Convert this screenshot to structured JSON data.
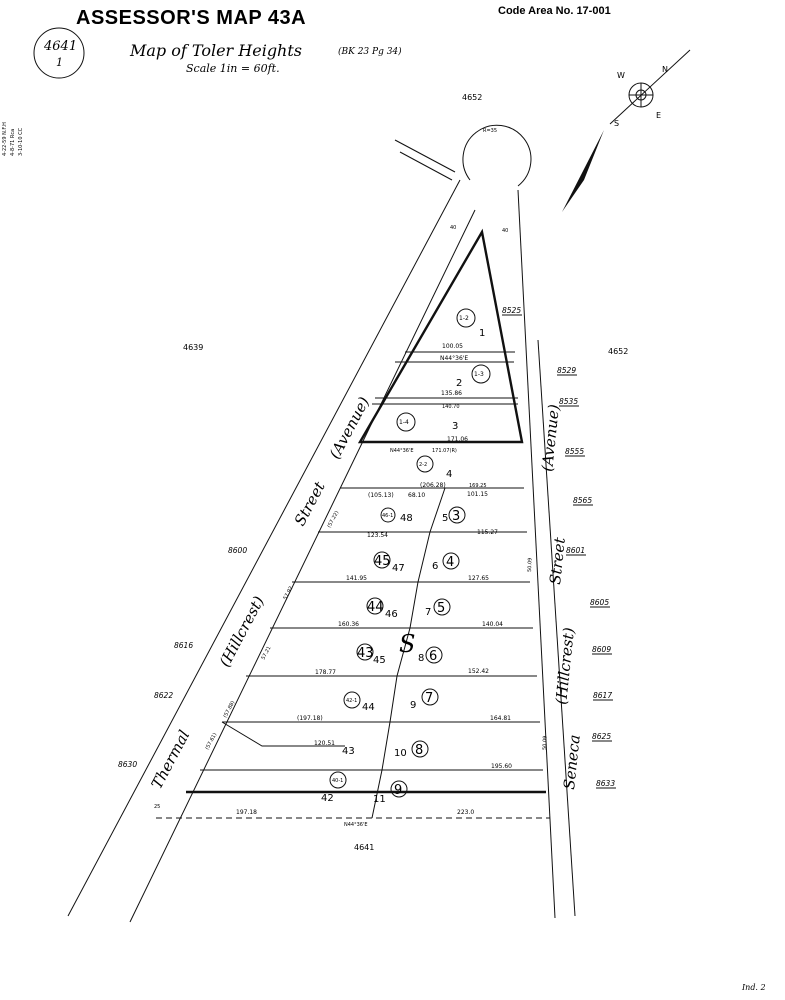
{
  "header": {
    "title": "ASSESSOR'S MAP 43A",
    "code_area": "Code Area No. 17-001",
    "map_book_top": "4641",
    "map_book_bottom": "1",
    "subtitle": "Map of Toler Heights",
    "subtitle_ref": "(BK 23 Pg 34)",
    "scale": "Scale 1in = 60ft.",
    "side_notes": [
      "4-22-59 N.F.H",
      "4-8-71 Rca",
      "3-10-10 CC"
    ]
  },
  "compass": {
    "w": "W",
    "n": "N",
    "e": "E",
    "s": "S"
  },
  "map_numbers": {
    "top": "4652",
    "left": "4639",
    "right": "4652",
    "bottom": "4641"
  },
  "roads": {
    "left_street": "Thermal (Hillcrest) Street (Avenue)",
    "left_a": "Thermal",
    "left_b": "(Hillcrest)",
    "left_c": "Street",
    "left_d": "(Avenue)",
    "right_a": "Seneca",
    "right_b": "(Hillcrest)",
    "right_c": "Street",
    "right_d": "(Avenue)",
    "cul_de_sac": "R=35"
  },
  "addresses_right": [
    "8525",
    "8529",
    "8535",
    "8555",
    "8565",
    "8601",
    "8605",
    "8609",
    "8617",
    "8625",
    "8633"
  ],
  "addresses_left": [
    "8600",
    "8616",
    "8622",
    "8630"
  ],
  "lots_right": [
    "1",
    "2",
    "3",
    "4",
    "5",
    "6",
    "7",
    "8",
    "9",
    "10",
    "11"
  ],
  "lots_left": [
    "48",
    "47",
    "46",
    "45",
    "44",
    "43",
    "42"
  ],
  "parcels_right": [
    "1-2",
    "1-3",
    "1-4",
    "2-2",
    "3",
    "4",
    "5",
    "6",
    "7",
    "8",
    "9"
  ],
  "parcels_left": [
    "46-1",
    "45",
    "44",
    "43",
    "42-1",
    "40-1"
  ],
  "dims": {
    "d1": "100.05",
    "d2": "N44°36'E",
    "d3": "135.86",
    "d4": "140.70",
    "d5": "171.06",
    "d6": "N44°36'E",
    "d7": "171.07(R)",
    "d8": "(206.28)",
    "d9": "169.25",
    "d10": "(105.13)",
    "d11": "68.10",
    "d12": "101.15",
    "d13": "123.54",
    "d14": "115.27",
    "d15": "141.95",
    "d16": "127.65",
    "d17": "160.36",
    "d18": "140.04",
    "d19": "178.77",
    "d20": "152.42",
    "d21": "(197.18)",
    "d22": "164.81",
    "d23": "120.51",
    "d24": "195.60",
    "d25": "197.18",
    "d26": "223.0",
    "d27": "N44°36'E",
    "d28": "40",
    "d29": "40",
    "d30": "(57.22)",
    "d31": "57.92",
    "d32": "57.21",
    "d33": "(57.88)",
    "d34": "(57.61)",
    "d35": "50.09",
    "d36": "50.09",
    "d37": "25"
  },
  "section_mark": "S",
  "footer_note": "Ind. 2"
}
